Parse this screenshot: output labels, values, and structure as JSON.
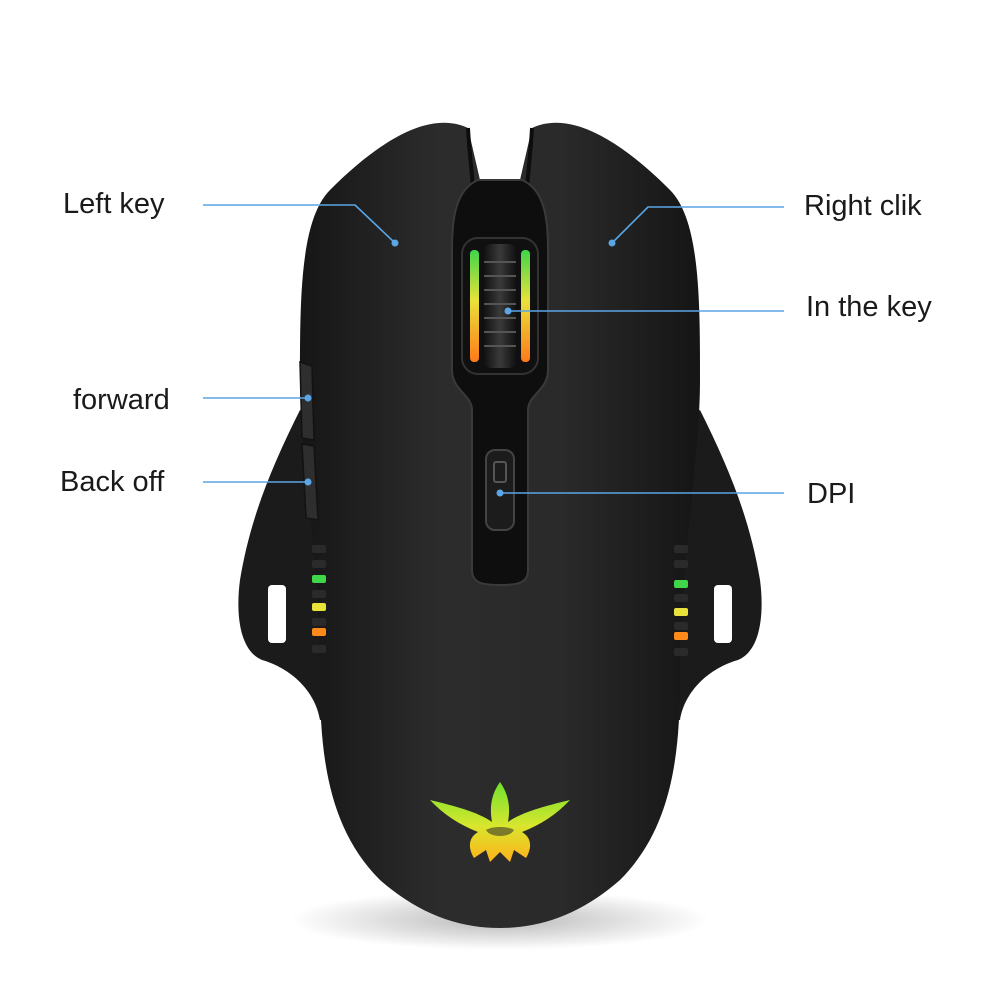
{
  "callouts": {
    "left_key": "Left key",
    "forward": "forward",
    "back_off": "Back off",
    "right_click": "Right clik",
    "in_the_key": "In the key",
    "dpi": "DPI"
  },
  "colors": {
    "leader_line": "#5aa6e6",
    "mouse_body": "#262626",
    "logo_glow": "#8ee63a"
  },
  "icons": {
    "logo": "phoenix-logo"
  }
}
